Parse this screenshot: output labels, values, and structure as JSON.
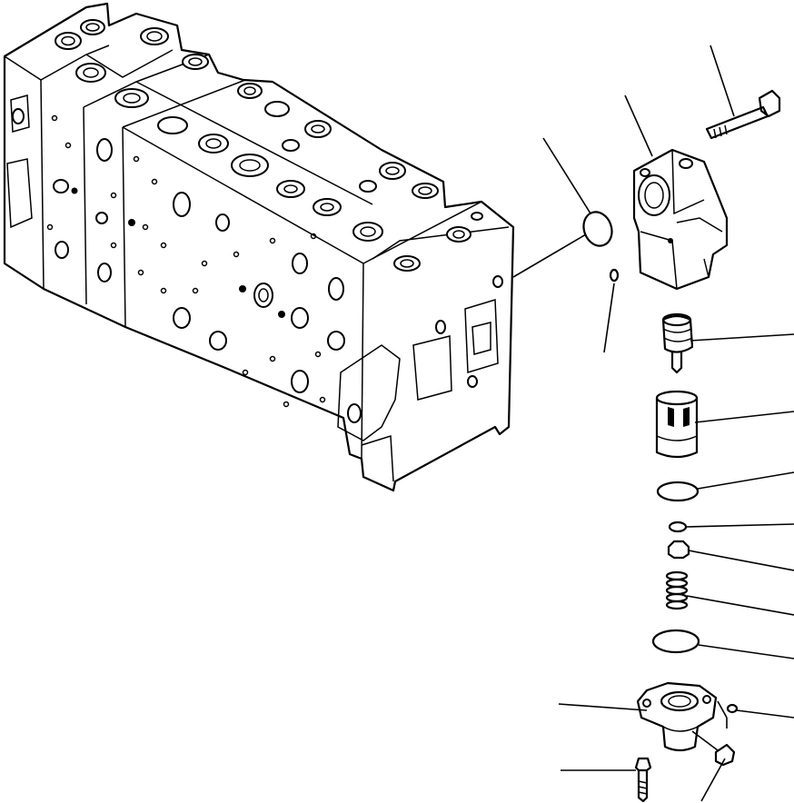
{
  "diagram": {
    "kind": "exploded-parts-drawing",
    "subject_parts": [
      "valve-block-assembly",
      "cover",
      "bolt",
      "o-ring-large",
      "o-ring-small",
      "spool",
      "sleeve",
      "o-ring",
      "o-ring-tiny",
      "plug",
      "spring",
      "o-ring-lower",
      "flange",
      "small-o-ring",
      "plug-lower",
      "bolt-lower"
    ],
    "callout_count": 16,
    "line_color": "#000000",
    "background_color": "#ffffff"
  }
}
